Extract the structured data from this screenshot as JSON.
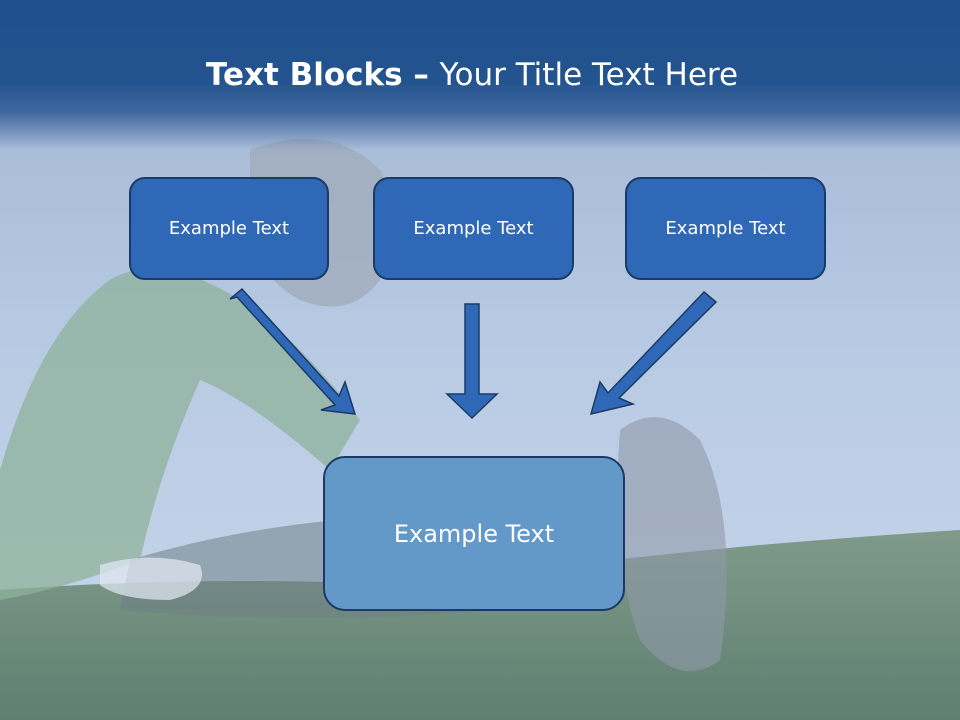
{
  "slide": {
    "title_bold": "Text Blocks",
    "title_dash": " – ",
    "title_rest": "Your Title Text Here"
  },
  "blocks": [
    {
      "label": "Example Text"
    },
    {
      "label": "Example Text"
    },
    {
      "label": "Example Text"
    }
  ],
  "main_block": {
    "label": "Example Text"
  },
  "colors": {
    "title_band": "#1f4f8e",
    "block_fill": "#2f68b6",
    "block_border": "#1b3a66",
    "main_block_fill": "#6399c9",
    "arrow_fill": "#2f68b6"
  },
  "background_photo": "woman stretching on grass under blue sky (faded)"
}
